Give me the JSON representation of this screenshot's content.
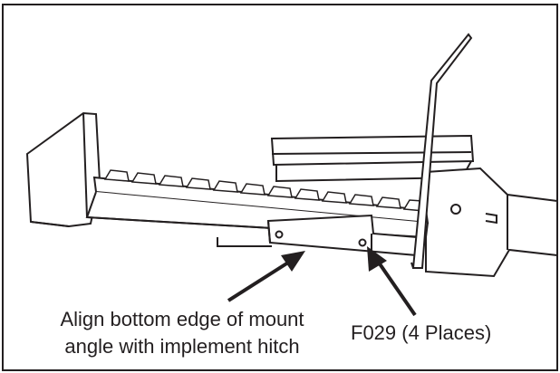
{
  "colors": {
    "line": "#231f20",
    "fill": "#ffffff",
    "ink": "#231f20"
  },
  "callouts": {
    "mount_angle_line1": "Align bottom edge of mount",
    "mount_angle_line2": "angle with implement hitch",
    "fastener": "F029 (4 Places)"
  }
}
